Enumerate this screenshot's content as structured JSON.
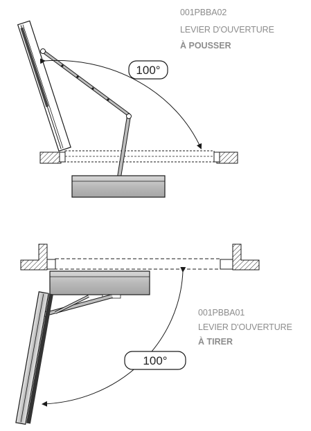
{
  "top": {
    "code": "001PBBA02",
    "line1": "LEVIER D'OUVERTURE",
    "line2": "À POUSSER",
    "angle": "100°"
  },
  "bottom": {
    "code": "001PBBA01",
    "line1": "LEVIER D'OUVERTURE",
    "line2": "À TIRER",
    "angle": "100°"
  },
  "colors": {
    "line": "#1a1a1a",
    "label": "#8c8c8c",
    "closer_fill": "#bdbdbd"
  }
}
